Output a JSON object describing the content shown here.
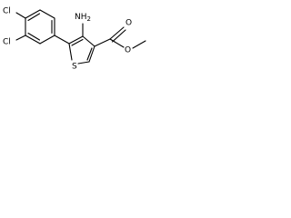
{
  "structure": {
    "atoms": {
      "chlorine_top": "Cl",
      "chlorine_left": "Cl",
      "amine": "NH",
      "amine_subscript": "2",
      "sulfur": "S",
      "ester_oxygen": "O",
      "carbonyl_oxygen": "O"
    }
  }
}
